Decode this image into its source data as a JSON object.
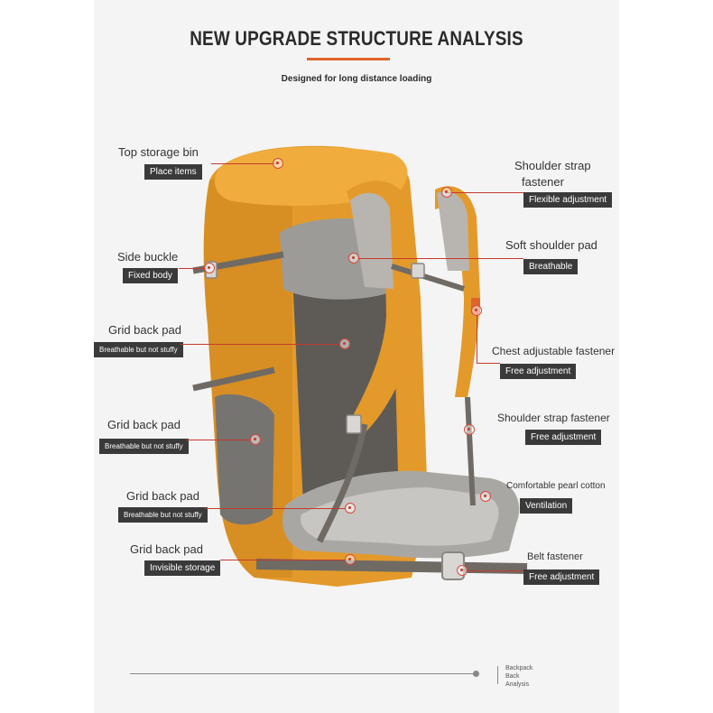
{
  "header": {
    "title": "NEW UPGRADE STRUCTURE ANALYSIS",
    "subtitle": "Designed for long distance loading",
    "accent_color": "#e0642a"
  },
  "callouts": [
    {
      "label": "Top storage bin",
      "tag": "Place items"
    },
    {
      "label": "Side buckle",
      "tag": "Fixed body"
    },
    {
      "label": "Grid back pad",
      "tag": "Breathable but not stuffy"
    },
    {
      "label": "Grid back pad",
      "tag": "Breathable but not stuffy"
    },
    {
      "label": "Grid back pad",
      "tag": "Breathable but not stuffy"
    },
    {
      "label": "Grid back pad",
      "tag": "Invisible storage"
    },
    {
      "label_line1": "Shoulder strap",
      "label_line2": "fastener",
      "tag": "Flexible adjustment"
    },
    {
      "label": "Soft shoulder pad",
      "tag": "Breathable"
    },
    {
      "label": "Chest adjustable fastener",
      "tag": "Free adjustment"
    },
    {
      "label": "Shoulder strap fastener",
      "tag": "Free adjustment"
    },
    {
      "label": "Comfortable pearl cotton",
      "tag": "Ventilation"
    },
    {
      "label": "Belt fastener",
      "tag": "Free adjustment"
    }
  ],
  "footer": {
    "line1": "Backpack",
    "line2": "Back",
    "line3": "Analysis"
  },
  "colors": {
    "backpack_orange": "#e39a2a",
    "strap_grey": "#6f6a64",
    "callout_red": "#c53a2c",
    "tag_bg": "#3a3a3a"
  }
}
